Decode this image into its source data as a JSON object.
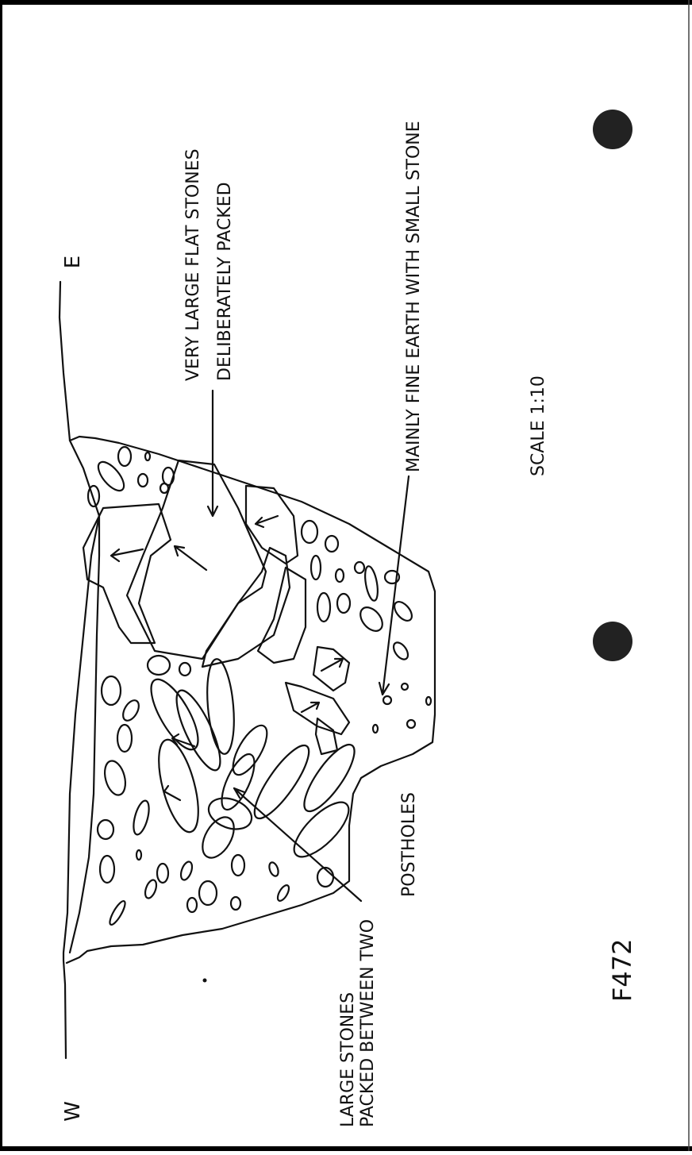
{
  "figure": {
    "id": "F472",
    "scale": "SCALE  1:10",
    "orientation": {
      "west": "W",
      "east": "E"
    }
  },
  "labels": {
    "very_large_flat_stones_line1": "VERY LARGE FLAT STONES",
    "very_large_flat_stones_line2": "DELIBERATELY PACKED",
    "fine_earth": "MAINLY FINE EARTH WITH SMALL STONE",
    "large_stones_line1": "LARGE STONES",
    "large_stones_line2": "PACKED BETWEEN TWO",
    "large_stones_line3": "POSTHOLES"
  },
  "colors": {
    "ink": "#111111",
    "paper": "#ffffff",
    "border": "#000000"
  }
}
